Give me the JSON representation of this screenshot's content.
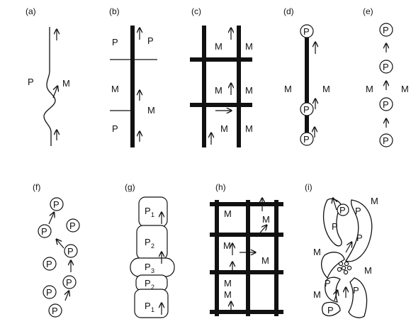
{
  "panels": [
    {
      "id": "a",
      "label": "(a)",
      "text": {
        "p": "P",
        "m": "M"
      }
    },
    {
      "id": "b",
      "label": "(b)",
      "text": {
        "p": "P",
        "m": "M"
      }
    },
    {
      "id": "c",
      "label": "(c)",
      "text": {
        "m": "M"
      }
    },
    {
      "id": "d",
      "label": "(d)",
      "text": {
        "p": "P",
        "m": "M"
      }
    },
    {
      "id": "e",
      "label": "(e)",
      "text": {
        "p": "P",
        "m": "M"
      }
    },
    {
      "id": "f",
      "label": "(f)",
      "text": {
        "p": "P"
      }
    },
    {
      "id": "g",
      "label": "(g)",
      "text": {
        "p": "P",
        "s1": "1",
        "s2": "2",
        "s3": "3"
      }
    },
    {
      "id": "h",
      "label": "(h)",
      "text": {
        "m": "M"
      }
    },
    {
      "id": "i",
      "label": "(i)",
      "text": {
        "p": "P",
        "m": "M"
      }
    }
  ]
}
